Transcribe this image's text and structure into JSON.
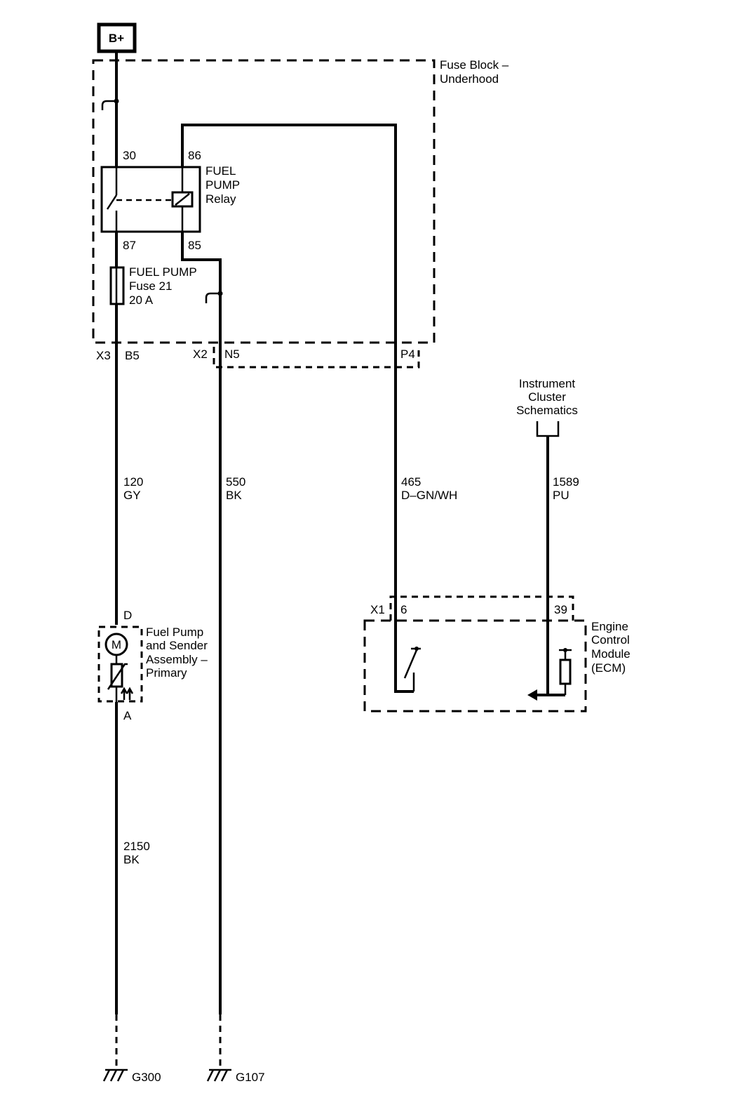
{
  "power_source": {
    "label": "B+"
  },
  "fuse_block": {
    "title_line1": "Fuse Block –",
    "title_line2": "Underhood"
  },
  "relay": {
    "name_line1": "FUEL",
    "name_line2": "PUMP",
    "name_line3": "Relay",
    "pin_30": "30",
    "pin_86": "86",
    "pin_87": "87",
    "pin_85": "85"
  },
  "fuse": {
    "line1": "FUEL PUMP",
    "line2": "Fuse 21",
    "line3": "20 A"
  },
  "connectors": {
    "x3": "X3",
    "b5": "B5",
    "x2": "X2",
    "n5": "N5",
    "p4": "P4",
    "x1": "X1",
    "pin_6": "6",
    "pin_39": "39"
  },
  "wires": [
    {
      "circuit": "120",
      "color": "GY"
    },
    {
      "circuit": "550",
      "color": "BK"
    },
    {
      "circuit": "465",
      "color": "D–GN/WH"
    },
    {
      "circuit": "1589",
      "color": "PU"
    },
    {
      "circuit": "2150",
      "color": "BK"
    }
  ],
  "instrument_cluster": {
    "line1": "Instrument",
    "line2": "Cluster",
    "line3": "Schematics"
  },
  "fuel_pump": {
    "pin_d": "D",
    "pin_a": "A",
    "motor_symbol": "M",
    "line1": "Fuel Pump",
    "line2": "and Sender",
    "line3": "Assembly –",
    "line4": "Primary"
  },
  "ecm": {
    "line1": "Engine",
    "line2": "Control",
    "line3": "Module",
    "line4": "(ECM)"
  },
  "grounds": {
    "g300": "G300",
    "g107": "G107"
  }
}
